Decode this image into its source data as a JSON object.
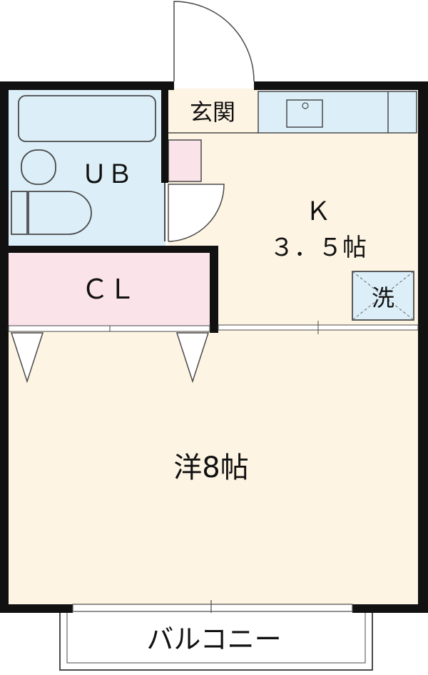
{
  "colors": {
    "wall": "#111111",
    "floor_room": "#fdf4e3",
    "bath": "#dceef8",
    "closet": "#fbe3ea",
    "fixture_stroke": "#4a4a4a"
  },
  "rooms": {
    "entrance": "玄関",
    "bath": "ＵＢ",
    "kitchen_name": "Ｋ",
    "kitchen_size": "３．５帖",
    "laundry": "洗",
    "closet": "ＣＬ",
    "western_room": "洋8帖",
    "balcony": "バルコニー"
  }
}
